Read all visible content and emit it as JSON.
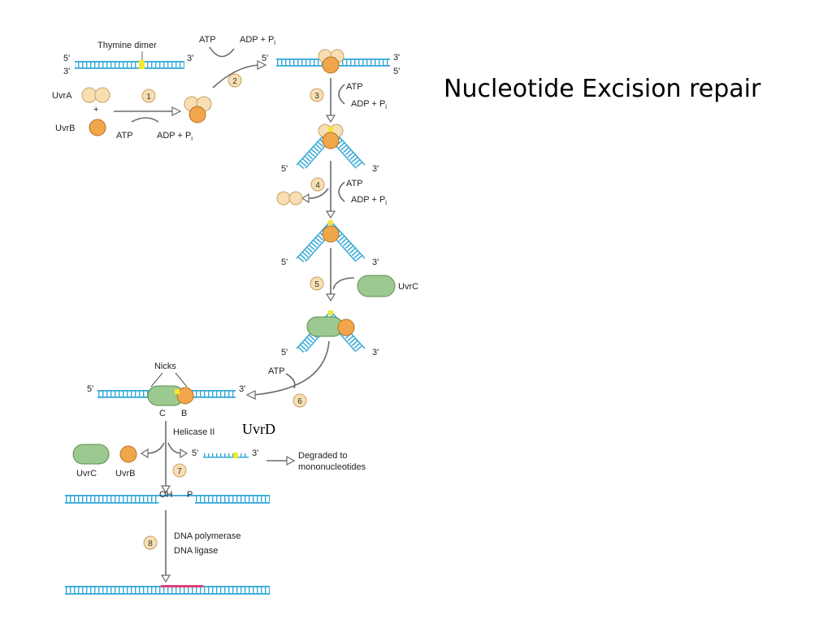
{
  "title": "Nucleotide Excision repair",
  "labels": {
    "thymine_dimer": "Thymine dimer",
    "atp": "ATP",
    "adp_pi": "ADP + P",
    "pi_sub": "i",
    "five_prime": "5'",
    "three_prime": "3'",
    "uvrA": "UvrA",
    "uvrB": "UvrB",
    "uvrC": "UvrC",
    "plus": "+",
    "nicks": "Nicks",
    "c": "C",
    "b": "B",
    "helicase": "Helicase II",
    "uvrD": "UvrD",
    "degraded": "Degraded to",
    "mononucleotides": "mononucleotides",
    "oh": "OH",
    "p": "P",
    "dna_polymerase": "DNA polymerase",
    "dna_ligase": "DNA ligase"
  },
  "steps": [
    "1",
    "2",
    "3",
    "4",
    "5",
    "6",
    "7",
    "8"
  ],
  "colors": {
    "dna": "#35a9d9",
    "dimer": "#f5e62a",
    "uvrA": "#f7dfb3",
    "uvrB": "#f2a64c",
    "uvrC": "#9cc98f",
    "repair_patch": "#e0407a"
  }
}
